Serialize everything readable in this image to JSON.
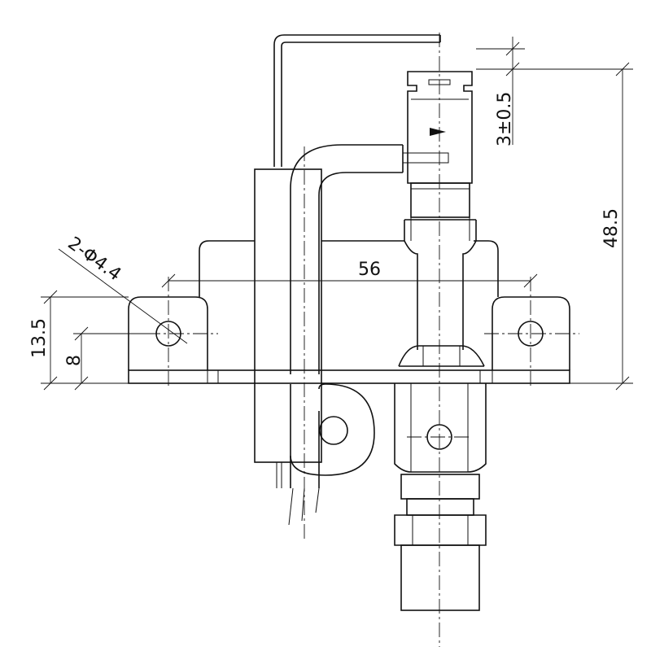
{
  "drawing": {
    "dimensions": {
      "hole_spacing": "56",
      "overall_height": "48.5",
      "flange_height": "13.5",
      "hole_height": "8",
      "holes": "2-Φ4.4",
      "gap": "3±0.5"
    }
  }
}
